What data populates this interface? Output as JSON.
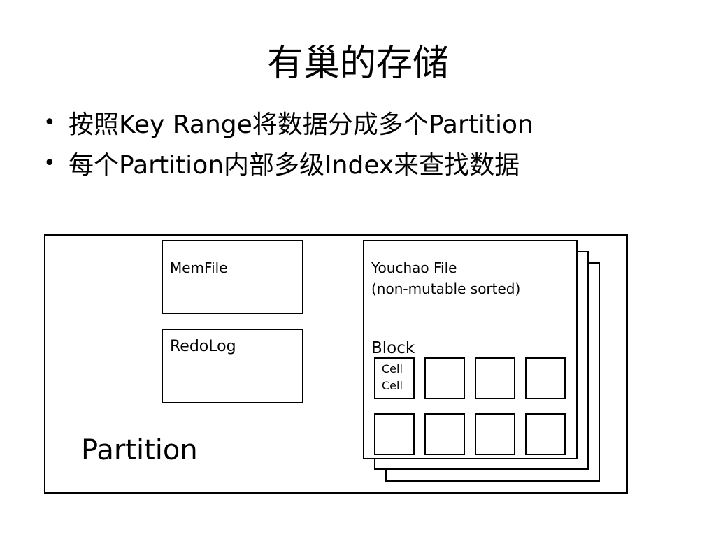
{
  "slide": {
    "title": "有巢的存储",
    "bullets": [
      "按照Key Range将数据分成多个Partition",
      "每个Partition内部多级Index来查找数据"
    ]
  },
  "diagram": {
    "partition_label": "Partition",
    "memfile_label": "MemFile",
    "redolog_label": "RedoLog",
    "file_label_line1": "Youchao File",
    "file_label_line2": "(non-mutable sorted)",
    "block_label": "Block",
    "cell_labels": [
      "Cell",
      "Cell"
    ]
  }
}
